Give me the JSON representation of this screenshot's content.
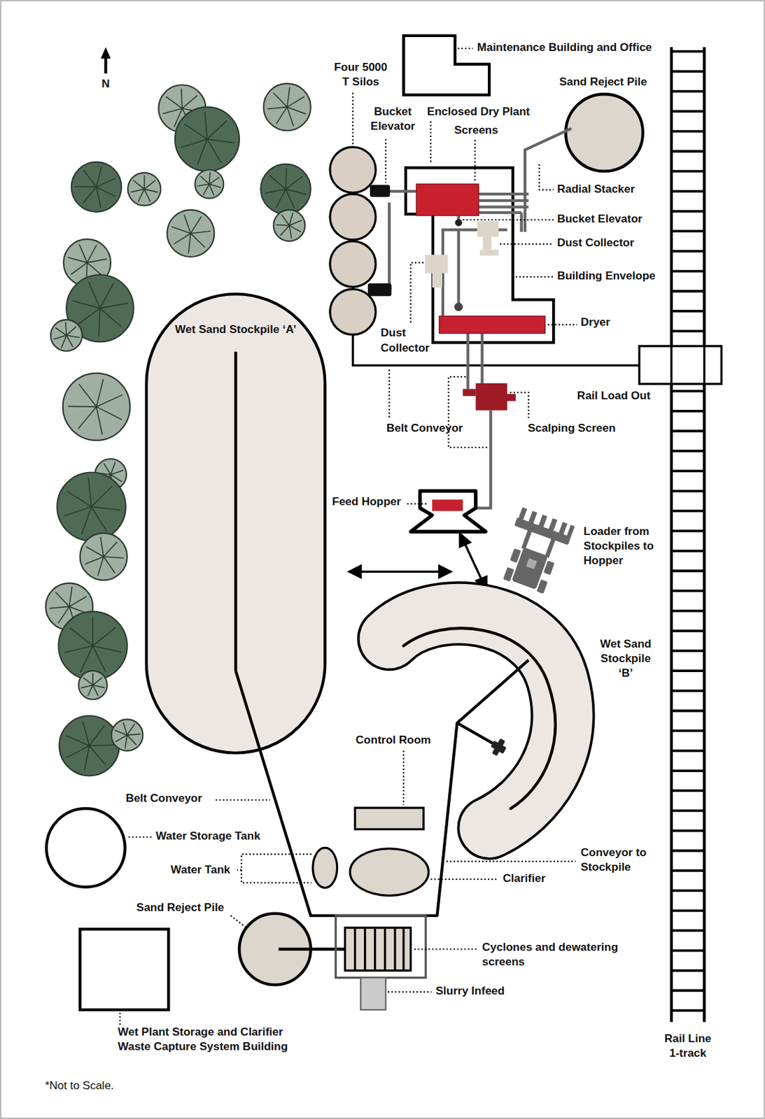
{
  "diagram": {
    "nodes": [
      {
        "text": [
          "Wet Sand Stockpile ‘A’"
        ]
      }
    ],
    "labels": [
      "N",
      "Four 5000 T Silos",
      "Bucket Elevator",
      "Enclosed Dry Plant",
      "Screens",
      "Maintenance Building and Office",
      "Sand Reject Pile",
      "Radial Stacker",
      "Bucket Elevator",
      "Dust Collector",
      "Building Envelope",
      "Dryer",
      "Dust Collector",
      "Rail Load Out",
      "Belt Conveyor",
      "Scalping Screen",
      "Feed Hopper",
      "Loader from Stockpiles to Hopper",
      "Wet Sand Stockpile ‘B’",
      "Control Room",
      "Belt Conveyor",
      "Water Storage Tank",
      "Water Tank",
      "Conveyor to Stockpile",
      "Clarifier",
      "Sand Reject Pile",
      "Cyclones and dewatering screens",
      "Slurry Infeed",
      "Wet Plant Storage and Clarifier Waste Capture System Building",
      "Rail Line 1-track",
      "*Not to Scale."
    ]
  }
}
